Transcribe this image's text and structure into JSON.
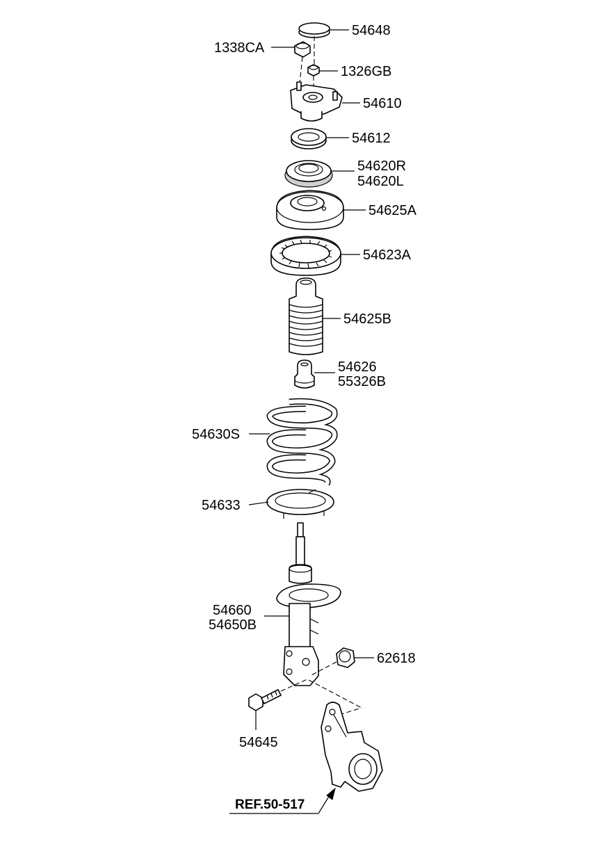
{
  "diagram": {
    "labels": {
      "p54648": "54648",
      "p1338CA": "1338CA",
      "p1326GB": "1326GB",
      "p54610": "54610",
      "p54612": "54612",
      "p54620R": "54620R",
      "p54620L": "54620L",
      "p54625A": "54625A",
      "p54623A": "54623A",
      "p54625B": "54625B",
      "p54626": "54626",
      "p55326B": "55326B",
      "p54630S": "54630S",
      "p54633": "54633",
      "p54660": "54660",
      "p54650B": "54650B",
      "p62618": "62618",
      "p54645": "54645",
      "ref": "REF.50-517"
    }
  }
}
